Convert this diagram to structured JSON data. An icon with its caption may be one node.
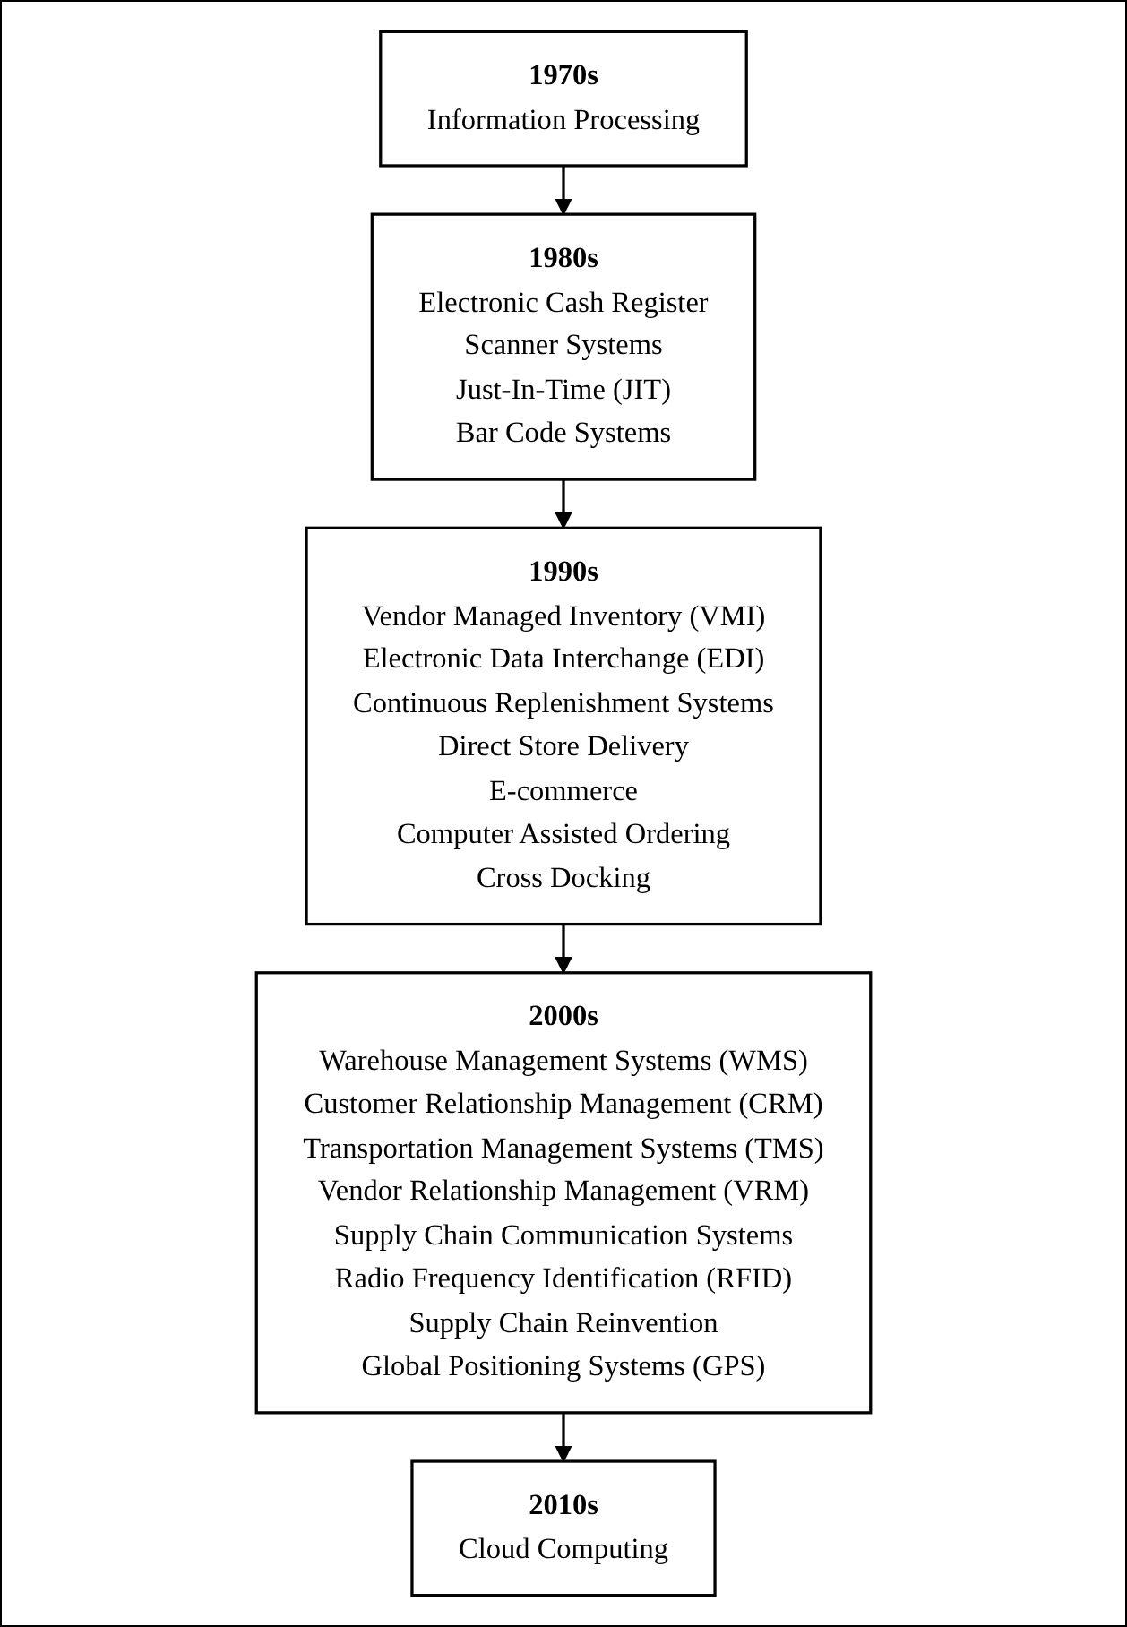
{
  "diagram": {
    "nodes": [
      {
        "text": [
          "1970s",
          "Information Processing"
        ]
      },
      {
        "text": [
          "1980s",
          "Electronic Cash Register",
          "Scanner Systems",
          "Just-In-Time (JIT)",
          "Bar Code Systems"
        ]
      },
      {
        "text": [
          "1990s",
          "Vendor Managed Inventory (VMI)",
          "Electronic Data Interchange (EDI)",
          "Continuous Replenishment Systems",
          "Direct Store Delivery",
          "E-commerce",
          "Computer Assisted Ordering",
          "Cross Docking"
        ]
      },
      {
        "text": [
          "2000s",
          "Warehouse Management Systems (WMS)",
          "Customer Relationship Management (CRM)",
          "Transportation Management Systems (TMS)",
          "Vendor Relationship Management (VRM)",
          "Supply Chain Communication Systems",
          "Radio Frequency Identification (RFID)",
          "Supply Chain Reinvention",
          "Global Positioning Systems (GPS)"
        ]
      },
      {
        "text": [
          "2010s",
          "Cloud Computing"
        ]
      }
    ],
    "edges": [
      {
        "from": 0,
        "to": 1,
        "arrow": "to"
      },
      {
        "from": 1,
        "to": 2,
        "arrow": "to"
      },
      {
        "from": 2,
        "to": 3,
        "arrow": "to"
      },
      {
        "from": 3,
        "to": 4,
        "arrow": "to"
      }
    ]
  }
}
